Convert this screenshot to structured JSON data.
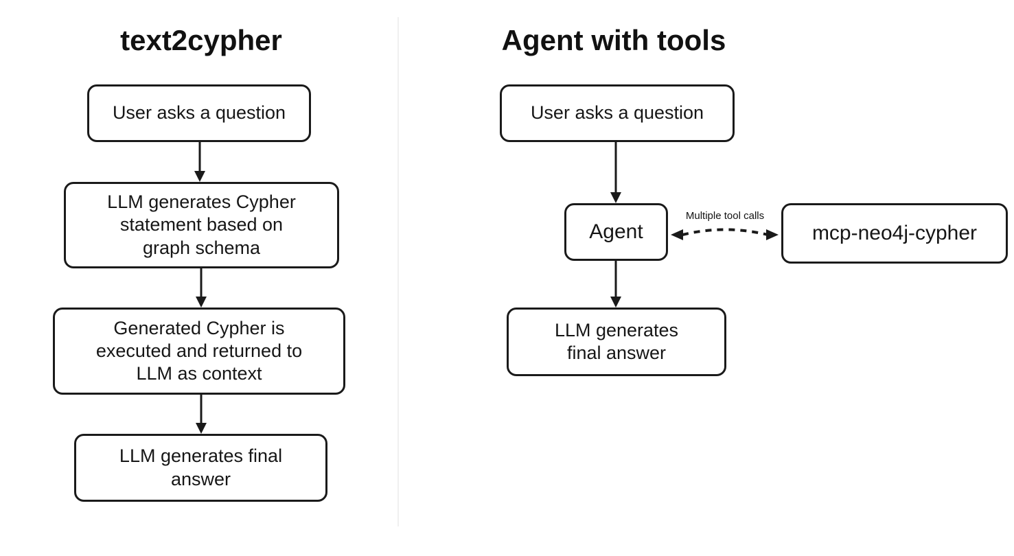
{
  "left": {
    "title": "text2cypher",
    "boxes": [
      {
        "label": "User asks a question"
      },
      {
        "label": "LLM generates Cypher\nstatement based on\ngraph schema"
      },
      {
        "label": "Generated Cypher is\nexecuted and returned to\nLLM as context"
      },
      {
        "label": "LLM generates final\nanswer"
      }
    ]
  },
  "right": {
    "title": "Agent with tools",
    "boxes": [
      {
        "label": "User asks a question"
      },
      {
        "label": "Agent"
      },
      {
        "label": "LLM generates\nfinal answer"
      }
    ],
    "tool_box": {
      "label": "mcp-neo4j-cypher"
    },
    "edge_label": "Multiple tool calls"
  },
  "colors": {
    "background": "#ffffff",
    "stroke": "#1a1a1a",
    "text": "#161616",
    "divider": "#f0f0f0"
  }
}
